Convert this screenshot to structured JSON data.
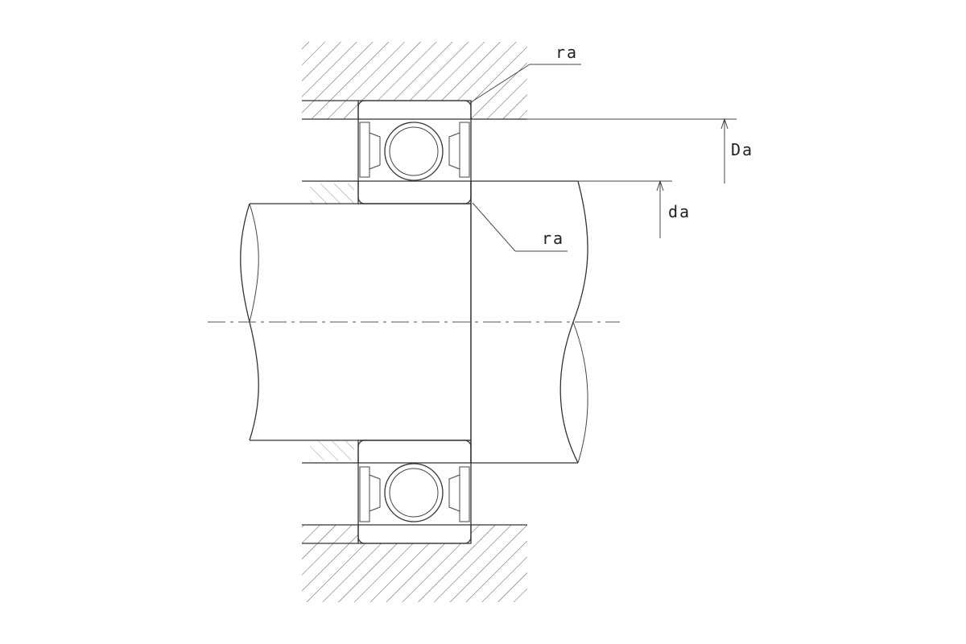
{
  "labels": {
    "ra_top": "ra",
    "ra_bottom": "ra",
    "Da": "Da",
    "da": "da"
  },
  "colors": {
    "line": "#333333",
    "hatch": "#555555",
    "background": "#ffffff"
  }
}
